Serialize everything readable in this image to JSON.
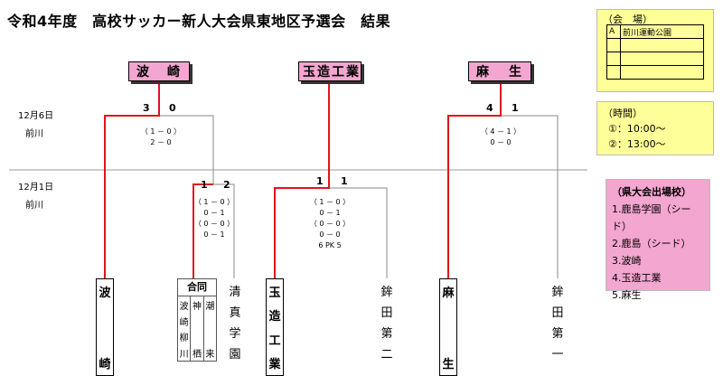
{
  "title": "令和4年度　高校サッカー新人大会県東地区予選会　結果",
  "winners": [
    {
      "chars": [
        "波",
        "崎"
      ]
    },
    {
      "chars": [
        "玉",
        "造",
        "工",
        "業"
      ]
    },
    {
      "chars": [
        "麻",
        "生"
      ]
    }
  ],
  "rounds": {
    "final": {
      "date": "12月6日",
      "venue": "前川"
    },
    "first": {
      "date": "12月1日",
      "venue": "前川"
    }
  },
  "matches": {
    "m1": {
      "left": "3",
      "right": "0",
      "detail": [
        "（ 1 － 0 ）",
        "2 － 0"
      ]
    },
    "m2": {
      "left": "4",
      "right": "1",
      "detail": [
        "（ 4 － 1 ）",
        "0 － 0"
      ]
    },
    "m3": {
      "left": "1",
      "right": "2",
      "detail": [
        "（ 1 － 0 ）",
        "0 － 1",
        "（ 0 － 0 ）",
        "0 － 1"
      ]
    },
    "m4": {
      "left": "1",
      "right": "1",
      "detail": [
        "（ 1 － 0 ）",
        "0 － 1",
        "（ 0 － 0 ）",
        "0 － 0",
        "6 PK 5"
      ]
    }
  },
  "teams": {
    "hasaki": [
      "波",
      "崎"
    ],
    "joint": {
      "header": "合同",
      "col1": [
        "波",
        "崎",
        "柳",
        "川"
      ],
      "col2": [
        "神",
        "栖"
      ],
      "col3": [
        "潮",
        "来"
      ]
    },
    "seishin": [
      "清",
      "真",
      "学",
      "園"
    ],
    "tamatsukuri": [
      "玉",
      "造",
      "工",
      "業"
    ],
    "hokota2": [
      "鉾",
      "田",
      "第",
      "二"
    ],
    "aso": [
      "麻",
      "生"
    ],
    "hokota1": [
      "鉾",
      "田",
      "第",
      "一"
    ]
  },
  "venue": {
    "label": "（会　場）",
    "rows": [
      [
        "A",
        "前川運動公園"
      ],
      [
        "",
        ""
      ],
      [
        "",
        ""
      ],
      [
        "",
        ""
      ]
    ]
  },
  "time": {
    "label": "（時間）",
    "slots": [
      "①：10:00～",
      "②：13:00～"
    ]
  },
  "qualifiers": {
    "label": "（県大会出場校）",
    "items": [
      "1.鹿島学園（シード）",
      "2.鹿島（シード）",
      "3.波崎",
      "4.玉造工業",
      "5.麻生"
    ]
  },
  "colors": {
    "winner_line": "#e0141e",
    "winner_box": "#f3a6cf",
    "info_box": "#ffff99",
    "qual_box": "#f3a6cf"
  }
}
